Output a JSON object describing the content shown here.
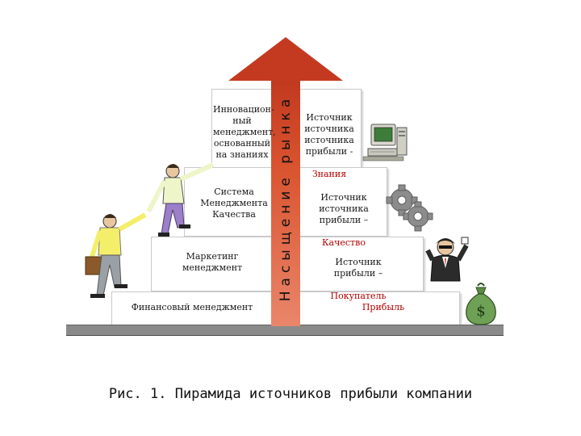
{
  "arrow": {
    "label": "Насыщение рынка"
  },
  "left_levels": [
    "Инновацион-\nный\nменеджмент,\nоснованный\nна знаниях",
    "Система\nМенеджмента\nКачества",
    "Маркетинг\nменеджмент",
    "Финансовый менеджмент"
  ],
  "right_levels": [
    {
      "text": "Источник\nисточника\nисточника\nприбыли -",
      "highlight": "Знания"
    },
    {
      "text": "Источник\nисточника\nприбыли –",
      "highlight": "Качество"
    },
    {
      "text": "Источник\nприбыли –",
      "highlight": "Покупатель"
    },
    {
      "text": "",
      "highlight": "Прибыль"
    }
  ],
  "caption": "Рис. 1. Пирамида источников прибыли компании",
  "colors": {
    "arrow": "#c43a20",
    "highlight": "#b00000",
    "base": "#8a8a8a"
  },
  "icons": [
    "computer-icon",
    "gears-icon",
    "businessman-icon",
    "money-bag-icon",
    "climbing-people-illustration"
  ]
}
